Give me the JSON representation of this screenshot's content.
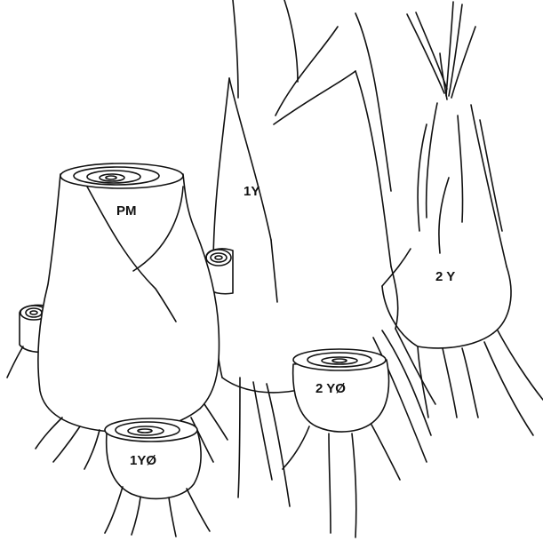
{
  "labels": {
    "pm": "PM",
    "one_y": "1Y",
    "two_y": "2 Y",
    "two_y_zero": "2 YØ",
    "one_y_zero": "1YØ"
  },
  "colors": {
    "ink": "#111111",
    "paper": "#ffffff"
  }
}
